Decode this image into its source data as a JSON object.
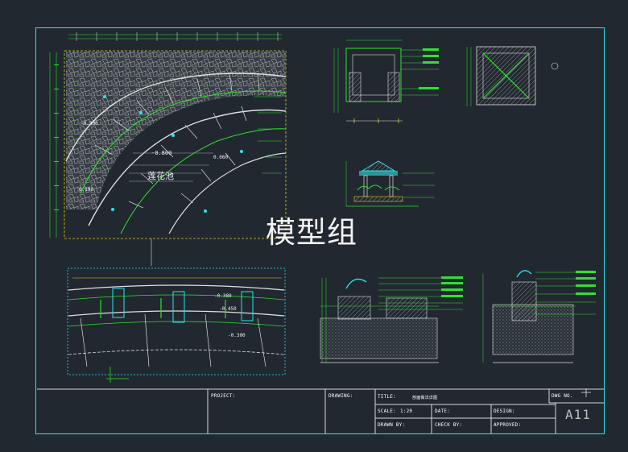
{
  "watermark": "模型组",
  "plan": {
    "pool_label": "莲花池",
    "levels": [
      "-0.300",
      "-0.800",
      "0.060",
      "-0.450",
      "-0.300",
      "-0.380",
      "0.100"
    ]
  },
  "title_block": {
    "project": "PROJECT:",
    "drawing": "DRAWING:",
    "title": "TITLE:",
    "title_value": "剖面做法详图",
    "dwg_no": "DWG NO.",
    "scale": "SCALE:",
    "scale_value": "1:20",
    "date": "DATE:",
    "design": "DESIGN:",
    "drawn_by": "DRAWN BY:",
    "check_by": "CHECK BY:",
    "approved": "APPROVED:",
    "sheet_number": "A11"
  },
  "colors": {
    "background": "#212830",
    "frame": "#2fe3e8",
    "green": "#30e030",
    "yellow": "#d8d020",
    "white": "#e8e8e8"
  }
}
